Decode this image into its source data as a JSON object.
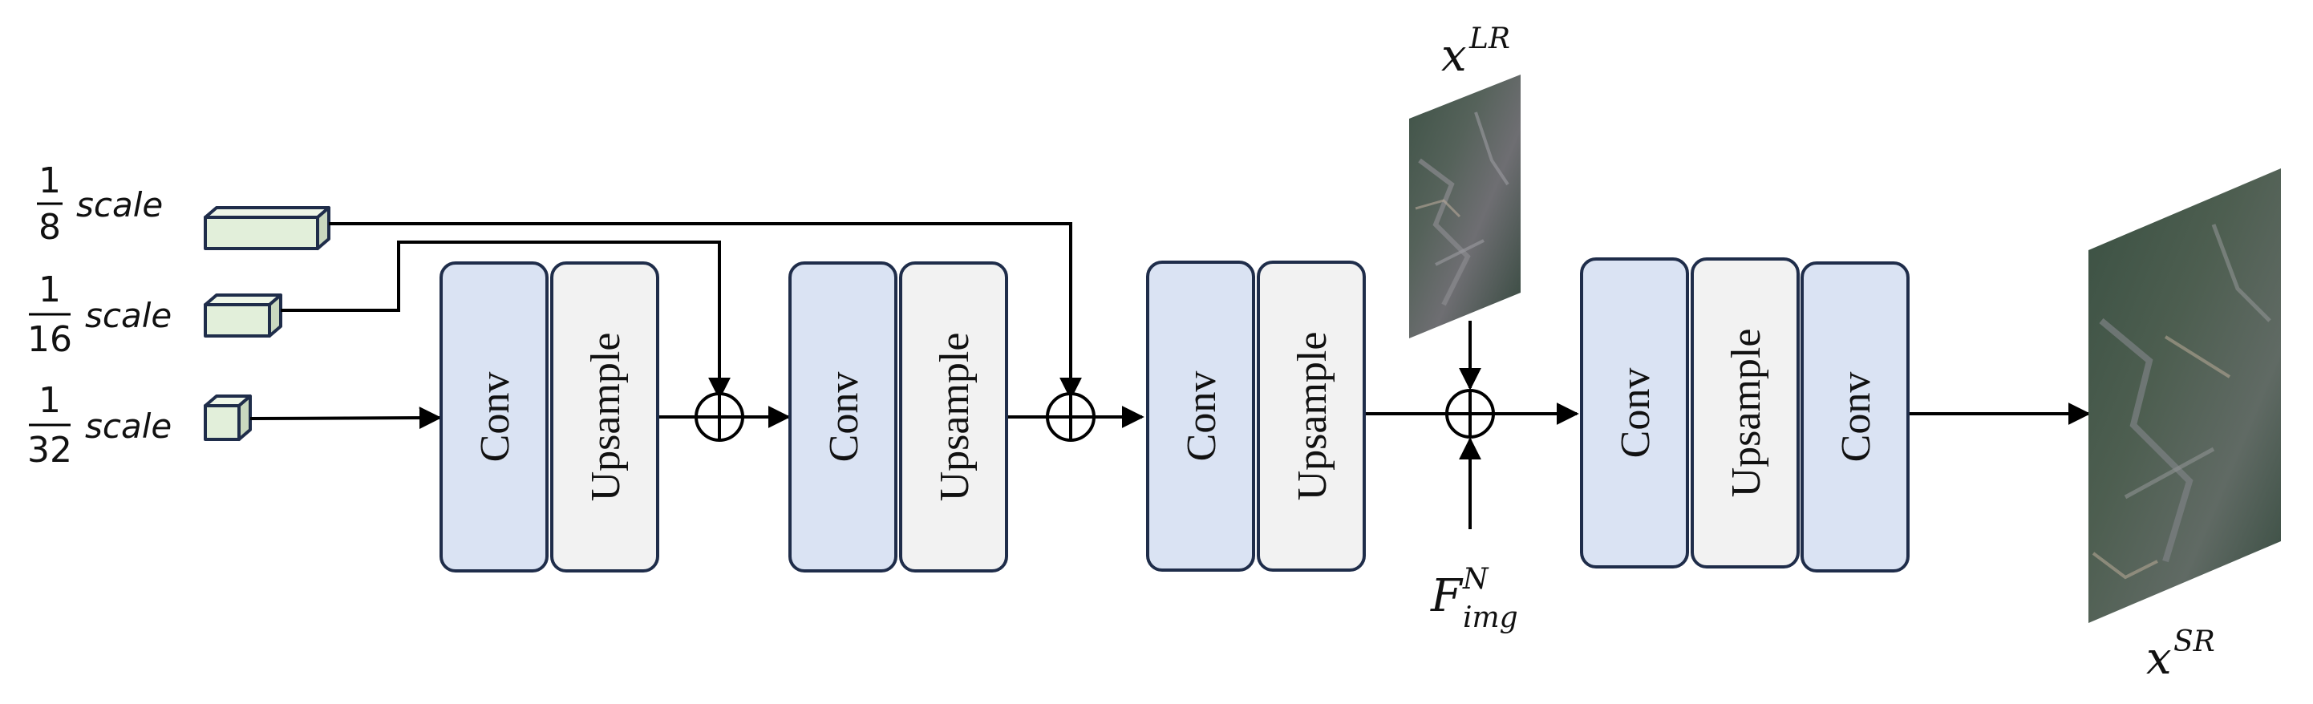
{
  "scales": [
    {
      "numerator": "1",
      "denominator": "8",
      "word": "scale"
    },
    {
      "numerator": "1",
      "denominator": "16",
      "word": "scale"
    },
    {
      "numerator": "1",
      "denominator": "32",
      "word": "scale"
    }
  ],
  "stages": [
    {
      "blocks": [
        "Conv",
        "Upsample"
      ]
    },
    {
      "blocks": [
        "Conv",
        "Upsample"
      ]
    },
    {
      "blocks": [
        "Conv",
        "Upsample"
      ]
    },
    {
      "blocks": [
        "Conv",
        "Upsample",
        "Conv"
      ]
    }
  ],
  "labels": {
    "x_lr_base": "x",
    "x_lr_sup": "LR",
    "f_img_base": "F",
    "f_img_sup": "N",
    "f_img_sub": "img",
    "x_sr_base": "x",
    "x_sr_sup": "SR"
  },
  "colors": {
    "conv_fill": "#dae3f3",
    "upsample_fill": "#f2f2f2",
    "block_stroke": "#1f2d4a",
    "cube_fill": "#e2efda",
    "line": "#000000"
  }
}
